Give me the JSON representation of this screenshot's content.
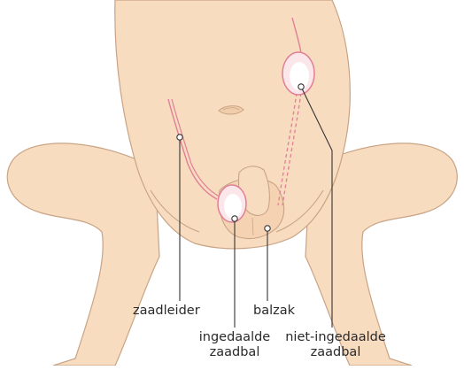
{
  "labels": {
    "vas_deferens": "zaadleider",
    "scrotum": "balzak",
    "descended_testis": {
      "line1": "ingedaalde",
      "line2": "zaadbal"
    },
    "undescended_testis": {
      "line1": "niet-ingedaalde",
      "line2": "zaadbal"
    }
  },
  "colors": {
    "skin": "#f8dcc0",
    "skin_outline": "#c9a385",
    "testis_fill": "#fbe6ea",
    "testis_outline": "#e07f96",
    "testis_highlight": "#ffffff",
    "duct": "#e07f96",
    "leader": "#333333"
  }
}
